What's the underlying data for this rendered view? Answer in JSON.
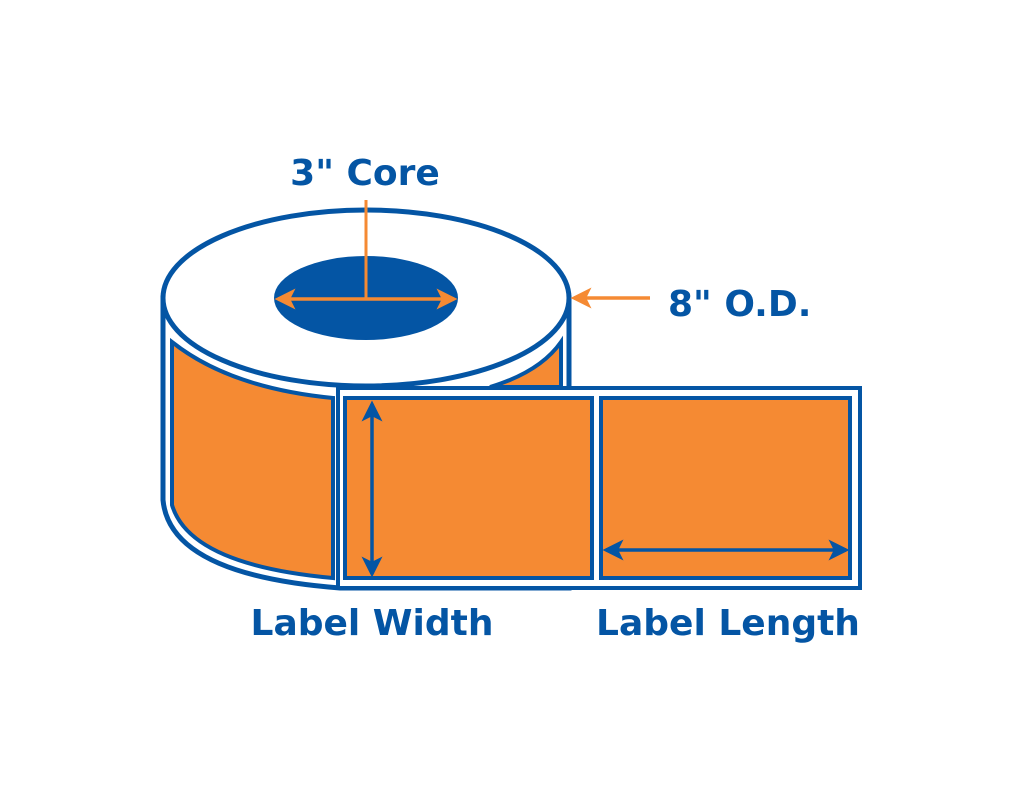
{
  "labels": {
    "core": "3\" Core",
    "outer_diameter": "8\" O.D.",
    "label_width": "Label Width",
    "label_length": "Label Length"
  },
  "colors": {
    "outline": "#0455a4",
    "label_fill": "#f58a33",
    "arrow_orange": "#f58a33",
    "arrow_blue": "#0455a4"
  }
}
